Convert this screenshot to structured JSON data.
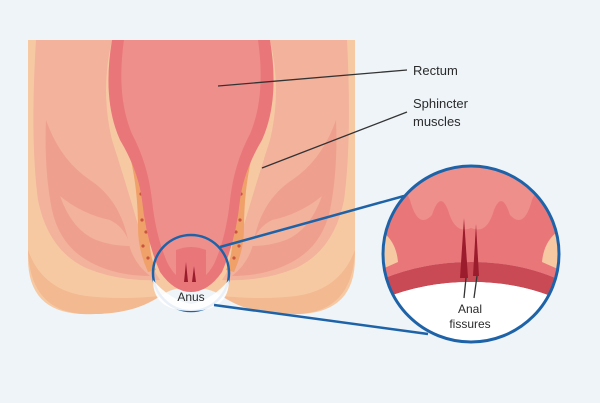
{
  "labels": {
    "rectum": "Rectum",
    "sphincter_line1": "Sphincter",
    "sphincter_line2": "muscles",
    "anus": "Anus",
    "fissures_line1": "Anal",
    "fissures_line2": "fissures"
  },
  "colors": {
    "background": "#eef4f8",
    "skin": "#f6c9a3",
    "muscle_outer": "#f2a79a",
    "muscle_inner": "#ef958b",
    "rectum_wall": "#e9777a",
    "rectum_inner": "#ef8f8c",
    "fat": "#f0a16a",
    "fissure": "#9b1c2c",
    "callout": "#1e63a8",
    "leader_line": "#333333"
  }
}
